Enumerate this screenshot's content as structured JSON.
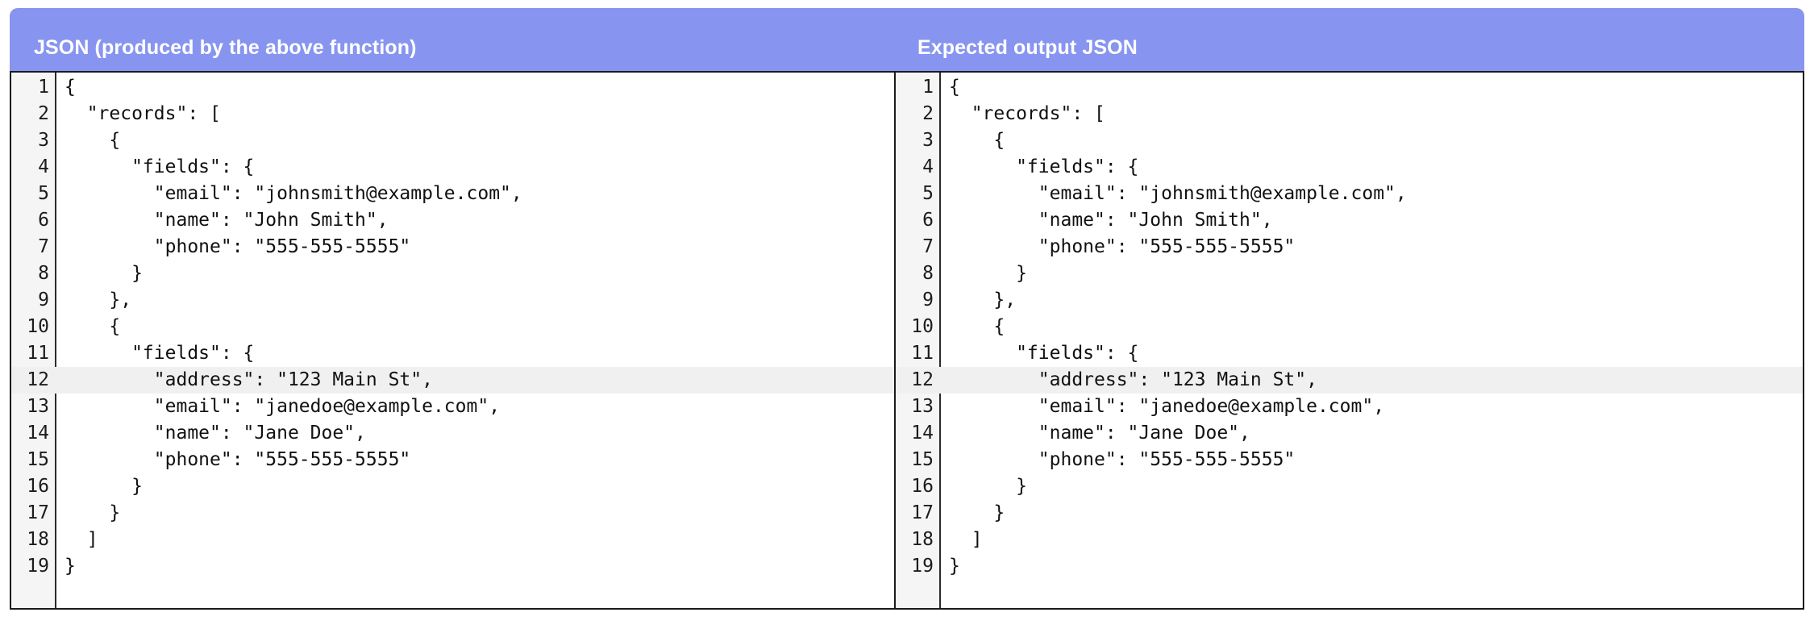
{
  "panels": [
    {
      "header_label": "JSON (produced by the above function)",
      "gutter_start": 1,
      "highlighted_lines": [
        12
      ],
      "lines": [
        "{",
        "  \"records\": [",
        "    {",
        "      \"fields\": {",
        "        \"email\": \"johnsmith@example.com\",",
        "        \"name\": \"John Smith\",",
        "        \"phone\": \"555-555-5555\"",
        "      }",
        "    },",
        "    {",
        "      \"fields\": {",
        "        \"address\": \"123 Main St\",",
        "        \"email\": \"janedoe@example.com\",",
        "        \"name\": \"Jane Doe\",",
        "        \"phone\": \"555-555-5555\"",
        "      }",
        "    }",
        "  ]",
        "}"
      ]
    },
    {
      "header_label": "Expected output JSON",
      "gutter_start": 1,
      "highlighted_lines": [
        12
      ],
      "lines": [
        "{",
        "  \"records\": [",
        "    {",
        "      \"fields\": {",
        "        \"email\": \"johnsmith@example.com\",",
        "        \"name\": \"John Smith\",",
        "        \"phone\": \"555-555-5555\"",
        "      }",
        "    },",
        "    {",
        "      \"fields\": {",
        "        \"address\": \"123 Main St\",",
        "        \"email\": \"janedoe@example.com\",",
        "        \"name\": \"Jane Doe\",",
        "        \"phone\": \"555-555-5555\"",
        "      }",
        "    }",
        "  ]",
        "}"
      ]
    }
  ],
  "colors": {
    "header_background": "#8795f0",
    "header_text": "#ffffff",
    "gutter_background": "#f5f5f5",
    "highlight_background": "#f0f0f0",
    "border": "#1a1a1a",
    "code_text": "#111111"
  }
}
